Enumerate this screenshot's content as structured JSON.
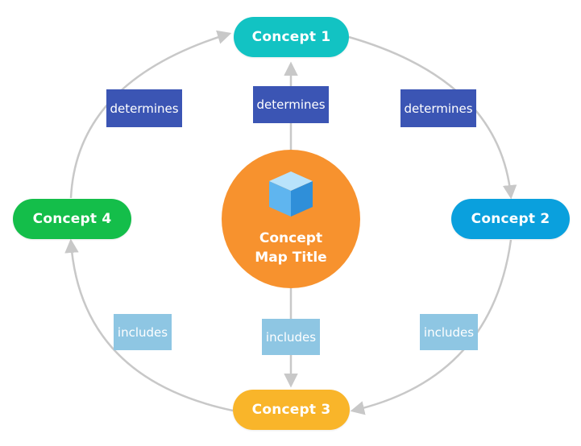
{
  "center": {
    "title_line1": "Concept",
    "title_line2": "Map Title",
    "icon": "cube-icon"
  },
  "concepts": [
    {
      "label": "Concept 1",
      "color": "#12c3c3"
    },
    {
      "label": "Concept 2",
      "color": "#0aa0dd"
    },
    {
      "label": "Concept 3",
      "color": "#f9b52a"
    },
    {
      "label": "Concept 4",
      "color": "#14be4a"
    }
  ],
  "links": {
    "determines_left": "determines",
    "determines_center": "determines",
    "determines_right": "determines",
    "includes_left": "includes",
    "includes_center": "includes",
    "includes_right": "includes"
  },
  "colors": {
    "center": "#f7922e",
    "link_dark": "#3b55b4",
    "link_light": "#8ec6e3",
    "connector": "#c8c8c8"
  }
}
